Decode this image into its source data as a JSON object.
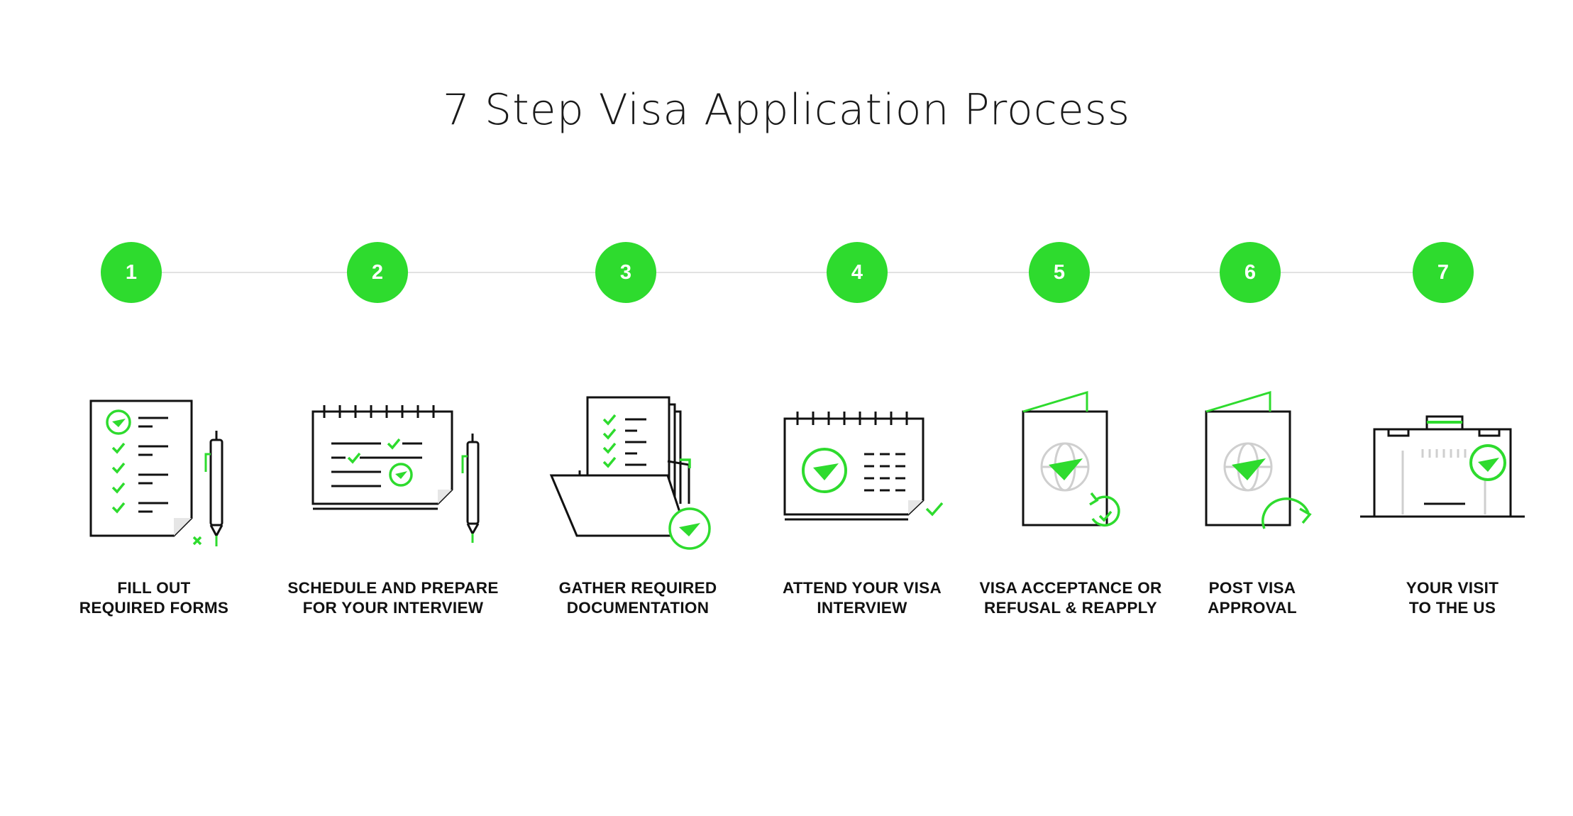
{
  "title": "7 Step Visa Application Process",
  "accent_color": "#2edb2e",
  "line_color": "#111111",
  "steps": [
    {
      "number": "1",
      "label_line1": "FILL OUT",
      "label_line2": "REQUIRED FORMS",
      "icon": "form-with-pen-icon"
    },
    {
      "number": "2",
      "label_line1": "SCHEDULE AND PREPARE",
      "label_line2": "FOR YOUR INTERVIEW",
      "icon": "calendar-schedule-with-pen-icon"
    },
    {
      "number": "3",
      "label_line1": "GATHER REQUIRED",
      "label_line2": "DOCUMENTATION",
      "icon": "document-folder-icon"
    },
    {
      "number": "4",
      "label_line1": "ATTEND YOUR VISA",
      "label_line2": "INTERVIEW",
      "icon": "interview-calendar-icon"
    },
    {
      "number": "5",
      "label_line1": "VISA ACCEPTANCE OR",
      "label_line2": "REFUSAL & REAPPLY",
      "icon": "passport-reapply-icon"
    },
    {
      "number": "6",
      "label_line1": "POST VISA",
      "label_line2": "APPROVAL",
      "icon": "passport-forward-icon"
    },
    {
      "number": "7",
      "label_line1": "YOUR VISIT",
      "label_line2": "TO THE US",
      "icon": "suitcase-icon"
    }
  ]
}
